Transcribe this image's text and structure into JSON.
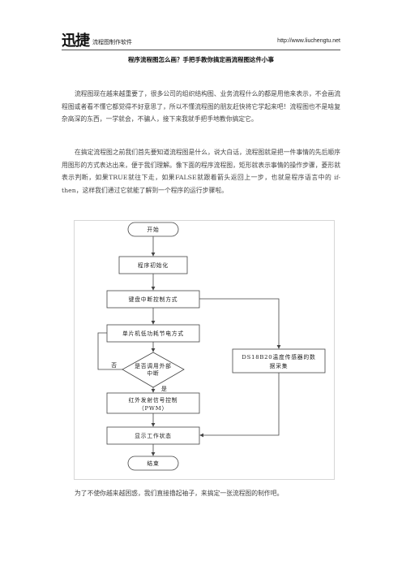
{
  "header": {
    "brand": "迅捷",
    "brand_sub": "流程图制作软件",
    "url": "http://www.liuchengtu.net"
  },
  "title": "程序流程图怎么画？手把手教你搞定画流程图这件小事",
  "paragraphs": [
    "流程图现在越来越重要了，很多公司的组织结构图、业务流程什么的都是用他来表示，不会画流程图或者看不懂它都觉得不好意思了，所以不懂流程图的朋友赶快将它学起来吧！流程图也不是啥复杂高深的东西，一学就会，不骗人，接下来我就手把手地教你搞定它。",
    "在搞定流程图之前我们首先要知道流程图是什么，说大白话，流程图就是把一件事情的先后顺序用图形的方式表达出来，便于我们理解。像下面的程序流程图，矩形就表示事情的操作步骤，菱形就表示判断，如果TRUE就往下走，如果FALSE就跟着箭头返回上一步，也就是程序语言中的 if-then，这样我们通过它就能了解到一个程序的运行步骤啦。",
    "为了不使你越来越困惑，我们直接撸起袖子，来搞定一张流程图的制作吧。"
  ],
  "flowchart": {
    "nodes": {
      "start": "开始",
      "init": "程序初始化",
      "keyboard": "键盘中断控制方式",
      "lowpower": "单片机低功耗节电方式",
      "decision_line1": "是否调用外部",
      "decision_line2": "中断",
      "ir_line1": "红外发射信号控制",
      "ir_line2": "（PWM）",
      "display": "显示工作状态",
      "end": "结束",
      "sensor_line1": "DS18B20温度传感器的数",
      "sensor_line2": "据采集"
    },
    "labels": {
      "no": "否",
      "yes": "是"
    }
  }
}
